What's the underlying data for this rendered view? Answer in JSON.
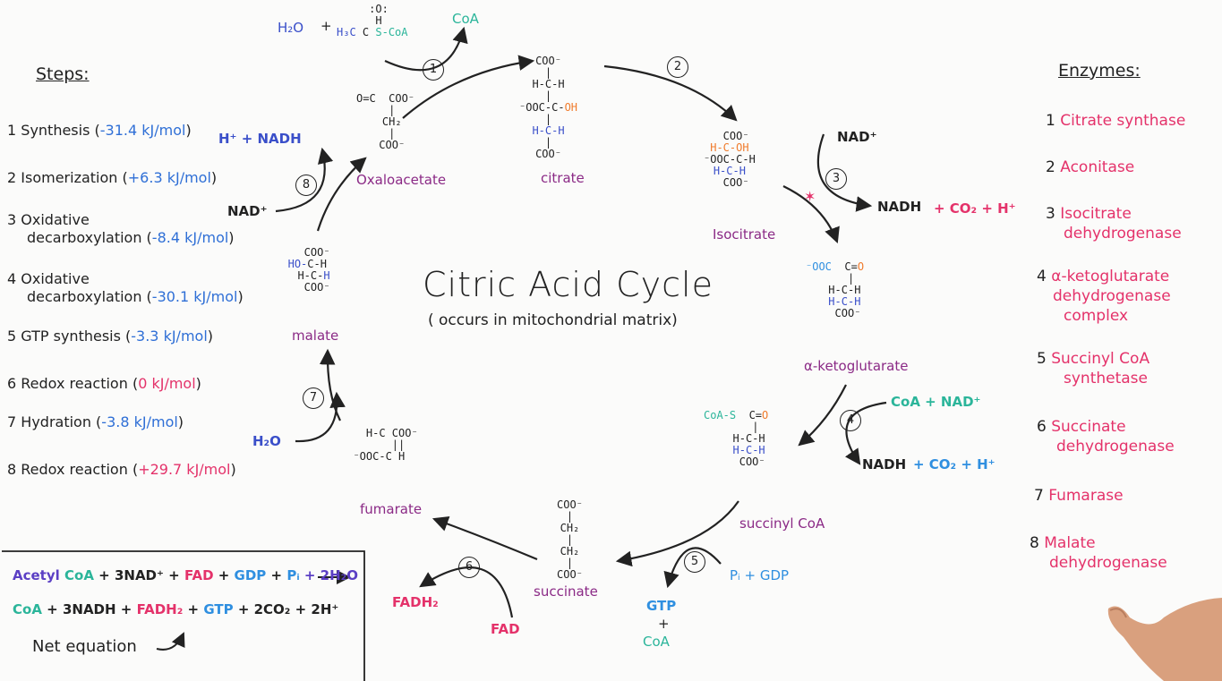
{
  "title": "Citric Acid Cycle",
  "subtitle": "( occurs in mitochondrial matrix)",
  "steps": {
    "heading": "Steps:",
    "items": [
      {
        "num": "1",
        "name": "Synthesis",
        "energy": "-31.4 kJ/mol"
      },
      {
        "num": "2",
        "name": "Isomerization",
        "energy": "+6.3 kJ/mol"
      },
      {
        "num": "3",
        "name": "Oxidative",
        "name2": "decarboxylation",
        "energy": "-8.4 kJ/mol"
      },
      {
        "num": "4",
        "name": "Oxidative",
        "name2": "decarboxylation",
        "energy": "-30.1 kJ/mol"
      },
      {
        "num": "5",
        "name": "GTP synthesis",
        "energy": "-3.3 kJ/mol"
      },
      {
        "num": "6",
        "name": "Redox reaction",
        "energy": "0 kJ/mol"
      },
      {
        "num": "7",
        "name": "Hydration",
        "energy": "-3.8 kJ/mol"
      },
      {
        "num": "8",
        "name": "Redox reaction",
        "energy": "+29.7 kJ/mol"
      }
    ]
  },
  "enzymes": {
    "heading": "Enzymes:",
    "items": [
      {
        "num": "1",
        "line1": "Citrate synthase",
        "line2": "",
        "line3": ""
      },
      {
        "num": "2",
        "line1": "Aconitase",
        "line2": "",
        "line3": ""
      },
      {
        "num": "3",
        "line1": "Isocitrate",
        "line2": "dehydrogenase",
        "line3": ""
      },
      {
        "num": "4",
        "line1": "α-ketoglutarate",
        "line2": "dehydrogenase",
        "line3": "complex"
      },
      {
        "num": "5",
        "line1": "Succinyl CoA",
        "line2": "synthetase",
        "line3": ""
      },
      {
        "num": "6",
        "line1": "Succinate",
        "line2": "dehydrogenase",
        "line3": ""
      },
      {
        "num": "7",
        "line1": "Fumarase",
        "line2": "",
        "line3": ""
      },
      {
        "num": "8",
        "line1": "Malate",
        "line2": "dehydrogenase",
        "line3": ""
      }
    ]
  },
  "molecules": {
    "oxaloacetate": "Oxaloacetate",
    "citrate": "citrate",
    "isocitrate": "Isocitrate",
    "akg": "α-ketoglutarate",
    "succinyl": "succinyl CoA",
    "succinate": "succinate",
    "fumarate": "fumarate",
    "malate": "malate"
  },
  "reagents": {
    "h2o_top": "H₂O",
    "plus": "+",
    "acetyl_h3c": "H₃C",
    "acetyl_s": "S-CoA",
    "coa_top": "CoA",
    "nad_3": "NAD⁺",
    "nadh_3": "NADH",
    "co2_3": "+ CO₂ + H⁺",
    "coa_nad_4": "CoA + NAD⁺",
    "nadh_4": "NADH",
    "co2_4": "+ CO₂ + H⁺",
    "pi_gdp": "Pᵢ + GDP",
    "gtp": "GTP",
    "gtp_plus": "+",
    "coa_5": "CoA",
    "fadh2": "FADH₂",
    "fad": "FAD",
    "h2o_7": "H₂O",
    "nad_8": "NAD⁺",
    "h_nadh_8": "H⁺ + NADH"
  },
  "step_numbers": [
    "1",
    "2",
    "3",
    "4",
    "5",
    "6",
    "7",
    "8"
  ],
  "net": {
    "line1_parts": [
      {
        "t": "Acetyl ",
        "c": "#5b3fc4"
      },
      {
        "t": "CoA",
        "c": "#2bb59a"
      },
      {
        "t": " + 3NAD⁺ + ",
        "c": "#222222"
      },
      {
        "t": "FAD",
        "c": "#e4326a"
      },
      {
        "t": " + ",
        "c": "#222222"
      },
      {
        "t": "GDP",
        "c": "#2f8fe0"
      },
      {
        "t": " + ",
        "c": "#222222"
      },
      {
        "t": "Pᵢ",
        "c": "#2f8fe0"
      },
      {
        "t": " + 2H₂O",
        "c": "#5b3fc4"
      }
    ],
    "line2_parts": [
      {
        "t": "CoA",
        "c": "#2bb59a"
      },
      {
        "t": " + 3NADH + ",
        "c": "#222222"
      },
      {
        "t": "FADH₂",
        "c": "#e4326a"
      },
      {
        "t": " + ",
        "c": "#222222"
      },
      {
        "t": "GTP",
        "c": "#2f8fe0"
      },
      {
        "t": " + 2CO₂ + 2H⁺",
        "c": "#222222"
      }
    ],
    "label": "Net equation"
  },
  "colors": {
    "purple": "#8b2a86",
    "blue": "#3a4fc9",
    "orange": "#f07b2c",
    "teal": "#2bb59a",
    "pink": "#e4326a",
    "sky": "#2f8fe0",
    "violet": "#5b3fc4"
  }
}
